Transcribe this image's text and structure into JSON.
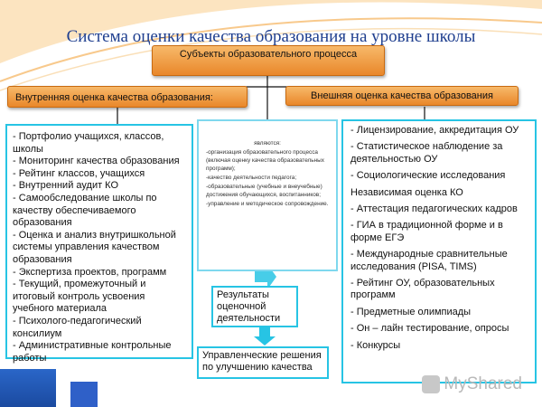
{
  "title": "Система оценки качества образования на уровне школы",
  "top_box": "Субъекты образовательного процесса",
  "internal_header": "Внутренняя оценка качества образования:",
  "external_header": "Внешняя оценка качества образования",
  "internal_items": [
    " - Портфолио учащихся, классов, школы",
    " - Мониторинг качества образования",
    " - Рейтинг классов, учащихся",
    " - Внутренний аудит КО",
    " - Самообследование школы по качеству обеспечиваемого образования",
    " - Оценка и анализ внутришкольной системы управления качеством образования",
    " - Экспертиза проектов, программ",
    " - Текущий, промежуточный и итоговый контроль усвоения учебного материала",
    " - Психолого-педагогический консилиум",
    " - Административные контрольные работы"
  ],
  "center_items": [
    "являются:",
    "-организация образовательного процесса (включая оценку качества образовательных программ);",
    "-качество деятельности педагога;",
    "-образовательные (учебные и внеучебные) достижения обучающихся, воспитанников;",
    "-управление и методическое сопровождение."
  ],
  "results_box": "Результаты оценочной деятельности",
  "decisions_box": "Управленческие решения по улучшению качества",
  "external_items": [
    " - Лицензирование, аккредитация ОУ",
    " - Статистическое наблюдение за деятельностью ОУ",
    " - Социологические исследования",
    "Независимая оценка КО",
    " - Аттестация педагогических кадров",
    " - ГИА в традиционной  форме и в форме ЕГЭ",
    " - Международные сравнительные исследования (PISA, TIMS)",
    " - Рейтинг ОУ, образовательных программ",
    " - Предметные олимпиады",
    " - Он – лайн тестирование, опросы",
    " - Конкурсы"
  ],
  "watermark": "MyShared",
  "colors": {
    "title": "#1f3f8f",
    "orange_top": "#f7b96a",
    "orange_bottom": "#e9872a",
    "cyan_border": "#27c4e4",
    "swoosh": "#f3a540"
  }
}
